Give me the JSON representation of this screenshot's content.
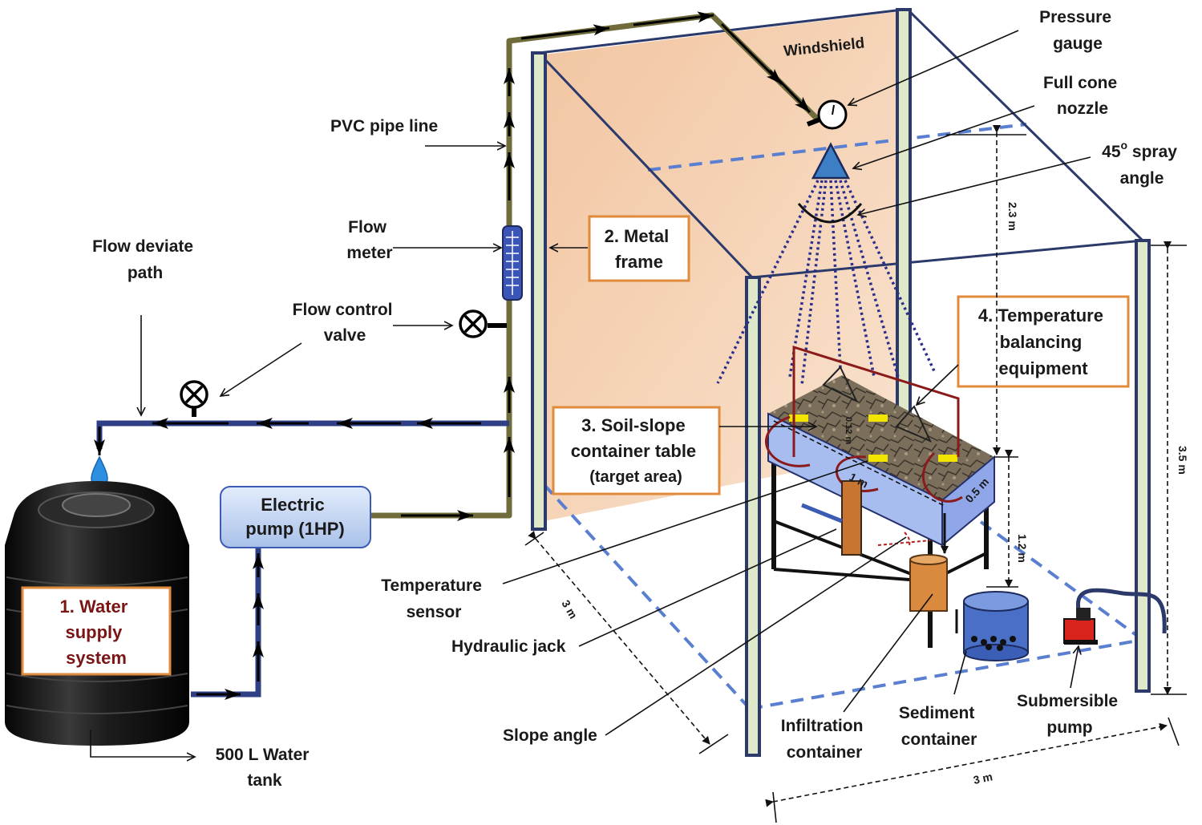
{
  "labels": {
    "pressure_gauge": [
      "Pressure",
      "gauge"
    ],
    "full_cone_nozzle": [
      "Full cone",
      "nozzle"
    ],
    "spray_angle": [
      "45",
      "o",
      " spray",
      "angle"
    ],
    "windshield": "Windshield",
    "pvc_pipe_line": "PVC pipe line",
    "flow_meter": [
      "Flow",
      "meter"
    ],
    "flow_deviate_path": [
      "Flow deviate",
      "path"
    ],
    "flow_control_valve": [
      "Flow control",
      "valve"
    ],
    "metal_frame": [
      "2. Metal",
      "frame"
    ],
    "temperature_balancing": [
      "4. Temperature",
      "balancing",
      "equipment"
    ],
    "soil_slope_table": [
      "3. Soil-slope",
      "container table",
      "(target area)"
    ],
    "electric_pump": [
      "Electric",
      "pump (1HP)"
    ],
    "water_supply": [
      "1. Water",
      "supply",
      "system"
    ],
    "water_tank": [
      "500 L Water",
      "tank"
    ],
    "temperature_sensor": [
      "Temperature",
      "sensor"
    ],
    "hydraulic_jack": "Hydraulic jack",
    "slope_angle": "Slope angle",
    "infiltration_container": [
      "Infiltration",
      "container"
    ],
    "sediment_container": [
      "Sediment",
      "container"
    ],
    "submersible_pump": [
      "Submersible",
      "pump"
    ]
  },
  "dimensions": {
    "height_nozzle": "2.3 m",
    "height_frame": "3.5 m",
    "height_table": "1.2 m",
    "width_left": "3 m",
    "width_bottom": "3 m",
    "table_length": "1 m",
    "table_width": "0.5 m",
    "soil_depth": "0.12 m"
  },
  "colors": {
    "frame_post": "#2b3a6b",
    "frame_post_fill": "#dfe8c8",
    "pipe_pvc": "#6f6b3a",
    "pipe_blue": "#2e3f86",
    "windshield": "#f3c9a5",
    "label_border": "#e08a3c",
    "dashed_outline": "#5b7fd0",
    "spray": "#2c2e8c",
    "temp_equipment": "#8b1a1a",
    "sensor": "#f2e600"
  }
}
